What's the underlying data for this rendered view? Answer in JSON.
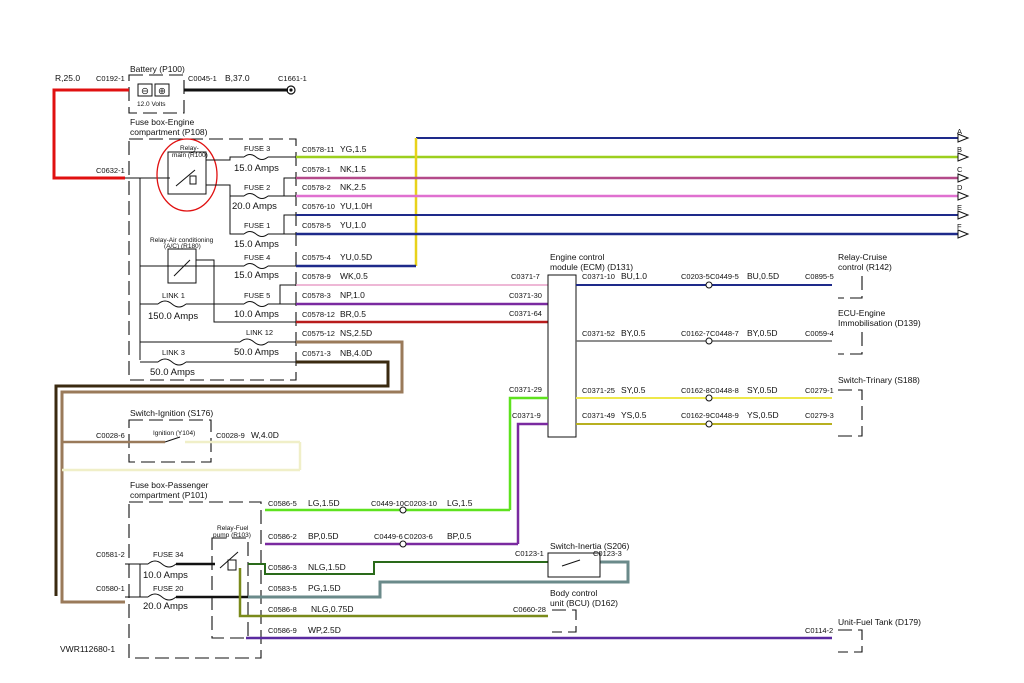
{
  "diagram_id": "VWR112680-1",
  "battery": {
    "title": "Battery (P100)",
    "volts": "12.0 Volts",
    "left_conn": "C0192-1",
    "right_conn": "C0045-1",
    "wire": "B,37.0",
    "ground_conn": "C1661-1",
    "input_wire": "R,25.0"
  },
  "fuse_engine": {
    "title1": "Fuse box-Engine",
    "title2": "compartment (P108)",
    "in_conn": "C0632-1",
    "relay_main": {
      "line1": "Relay-",
      "line2": "main (R100)"
    },
    "relay_ac": {
      "line1": "Relay-Air conditioning",
      "line2": "(A/C) (R180)"
    },
    "fuses": [
      {
        "name": "FUSE 3",
        "amps": "15.0 Amps"
      },
      {
        "name": "FUSE 2",
        "amps": "20.0 Amps"
      },
      {
        "name": "FUSE 1",
        "amps": "15.0 Amps"
      },
      {
        "name": "FUSE 4",
        "amps": "15.0 Amps"
      },
      {
        "name": "FUSE 5",
        "amps": "10.0 Amps"
      },
      {
        "name": "LINK 1",
        "amps": "150.0 Amps"
      },
      {
        "name": "LINK 12",
        "amps": "50.0 Amps"
      },
      {
        "name": "LINK 3",
        "amps": "50.0 Amps"
      }
    ],
    "outputs": [
      {
        "conn": "C0578-11",
        "wire": "YG,1.5",
        "color": "#1e2a8a"
      },
      {
        "conn": "C0578-1",
        "wire": "NK,1.5",
        "color": "#b44a8a"
      },
      {
        "conn": "C0578-2",
        "wire": "NK,2.5",
        "color": "#b44a8a"
      },
      {
        "conn": "C0576-10",
        "wire": "YU,1.0H",
        "color": "#1e2a8a"
      },
      {
        "conn": "C0578-5",
        "wire": "YU,1.0",
        "color": "#1e2a8a"
      },
      {
        "conn": "C0575-4",
        "wire": "YU,0.5D",
        "color": "#1e2a8a"
      },
      {
        "conn": "C0578-9",
        "wire": "WK,0.5",
        "color": "#e8a0c8"
      },
      {
        "conn": "C0578-3",
        "wire": "NP,1.0",
        "color": "#7a2aa0"
      },
      {
        "conn": "C0578-12",
        "wire": "BR,0.5",
        "color": "#b81c1c"
      },
      {
        "conn": "C0575-12",
        "wire": "NS,2.5D",
        "color": "#9a7a5a"
      },
      {
        "conn": "C0571-3",
        "wire": "NB,4.0D",
        "color": "#3a2a10"
      }
    ]
  },
  "arrows": [
    "A",
    "B",
    "C",
    "D",
    "E",
    "F"
  ],
  "ecm": {
    "title1": "Engine control",
    "title2": "module (ECM) (D131)",
    "pins_left": [
      "C0371-7",
      "C0371-30",
      "C0371-64",
      "C0371-29",
      "C0371-9"
    ],
    "rows": [
      {
        "pin": "C0371-10",
        "wire": "BU,1.0",
        "splice1": "C0203-5",
        "splice2": "C0449-5",
        "wire2": "BU,0.5D",
        "dest_conn": "C0895-5",
        "dest1": "Relay-Cruise",
        "dest2": "control (R142)"
      },
      {
        "pin": "C0371-52",
        "wire": "BY,0.5",
        "splice1": "C0162-7",
        "splice2": "C0448-7",
        "wire2": "BY,0.5D",
        "dest_conn": "C0059-4",
        "dest1": "ECU-Engine",
        "dest2": "Immobilisation (D139)"
      },
      {
        "pin": "C0371-25",
        "wire": "SY,0.5",
        "splice1": "C0162-8",
        "splice2": "C0448-8",
        "wire2": "SY,0.5D",
        "dest_conn": "C0279-1",
        "dest1": "Switch-Trinary (S188)",
        "dest2": ""
      },
      {
        "pin": "C0371-49",
        "wire": "YS,0.5",
        "splice1": "C0162-9",
        "splice2": "C0448-9",
        "wire2": "YS,0.5D",
        "dest_conn": "C0279-3",
        "dest1": "",
        "dest2": ""
      }
    ]
  },
  "ignition": {
    "title": "Switch-Ignition (S176)",
    "in_conn": "C0028-6",
    "label": "Ignition (Y104)",
    "out_conn": "C0028-9",
    "wire": "W,4.0D"
  },
  "fuse_pass": {
    "title1": "Fuse box-Passenger",
    "title2": "compartment (P101)",
    "in1": "C0581-2",
    "in2": "C0580-1",
    "fuse34": {
      "name": "FUSE 34",
      "amps": "10.0 Amps"
    },
    "fuse20": {
      "name": "FUSE 20",
      "amps": "20.0 Amps"
    },
    "relay": {
      "line1": "Relay-Fuel",
      "line2": "pump (R103)"
    },
    "outputs": [
      {
        "conn": "C0586-5",
        "wire": "LG,1.5D",
        "splice1": "C0449-10",
        "splice2": "C0203-10",
        "wire2": "LG,1.5"
      },
      {
        "conn": "C0586-2",
        "wire": "BP,0.5D",
        "splice1": "C0449-6",
        "splice2": "C0203-6",
        "wire2": "BP,0.5"
      },
      {
        "conn": "C0586-3",
        "wire": "NLG,1.5D"
      },
      {
        "conn": "C0583-5",
        "wire": "PG,1.5D"
      },
      {
        "conn": "C0586-8",
        "wire": "NLG,0.75D"
      },
      {
        "conn": "C0586-9",
        "wire": "WP,2.5D"
      }
    ]
  },
  "inertia": {
    "title": "Switch-Inertia (S206)",
    "c1": "C0123-1",
    "c2": "C0123-3"
  },
  "bcu": {
    "title1": "Body control",
    "title2": "unit (BCU) (D162)",
    "conn": "C0660-28"
  },
  "fuel_tank": {
    "title": "Unit-Fuel Tank (D179)",
    "conn": "C0114-2"
  }
}
